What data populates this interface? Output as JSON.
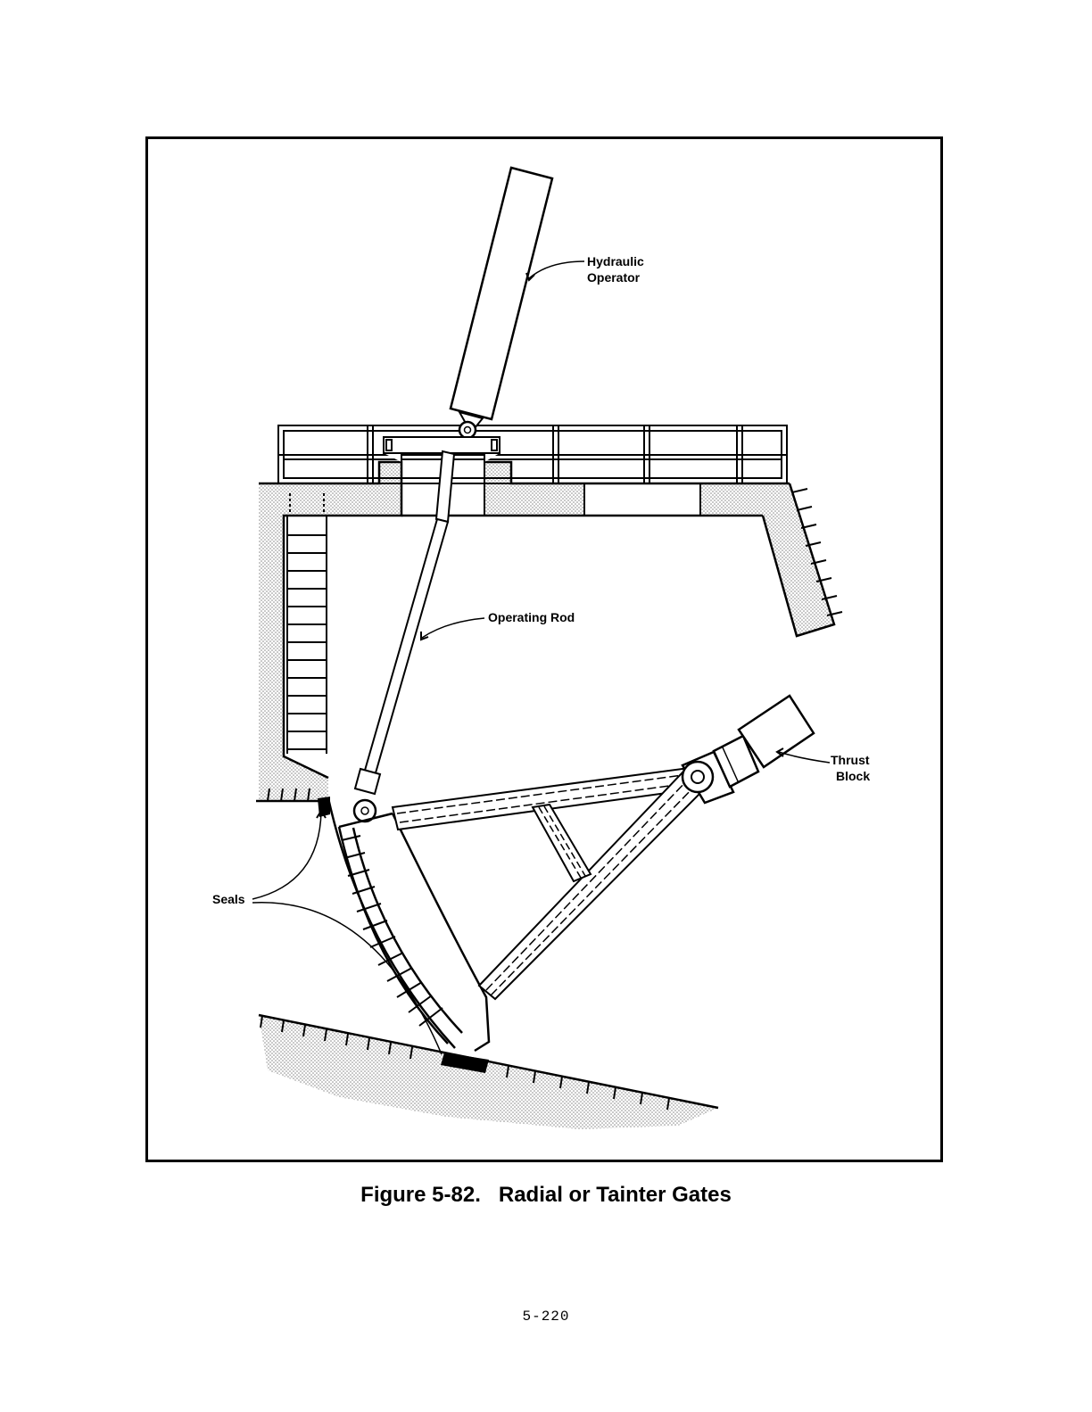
{
  "figure": {
    "labels": {
      "hydraulic_operator_line1": "Hydraulic",
      "hydraulic_operator_line2": "Operator",
      "operating_rod": "Operating Rod",
      "thrust_block_line1": "Thrust",
      "thrust_block_line2": "Block",
      "seals": "Seals"
    },
    "caption": "Figure 5-82.   Radial or Tainter Gates"
  },
  "page_number": "5-220",
  "colors": {
    "ink": "#000000",
    "stipple": "#9a9a9a",
    "paper": "#ffffff"
  }
}
